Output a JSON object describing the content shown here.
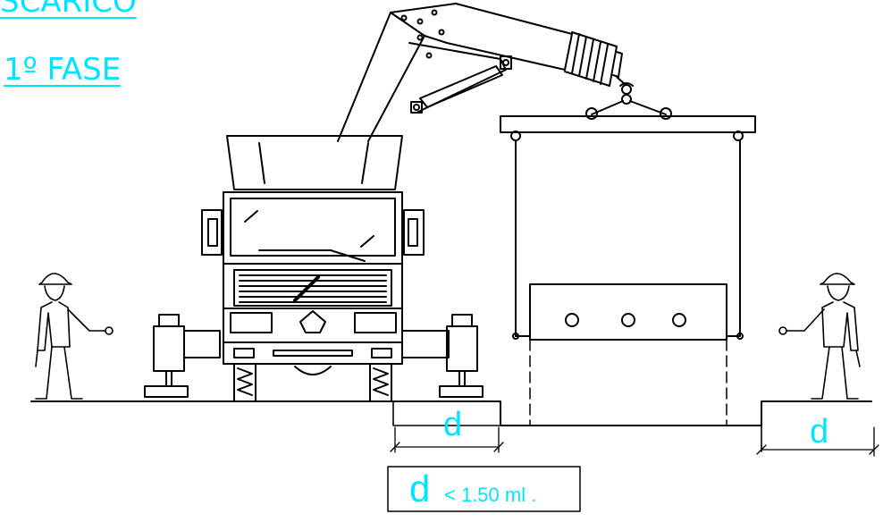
{
  "titles": {
    "line1": "SCARICO",
    "line2": "1º FASE"
  },
  "dimensions": {
    "left_label": "d",
    "right_label": "d",
    "note_letter": "d",
    "note_text": "< 1.50 ml ."
  },
  "colors": {
    "annotation": "#00e5ff",
    "drawing": "#000000"
  }
}
